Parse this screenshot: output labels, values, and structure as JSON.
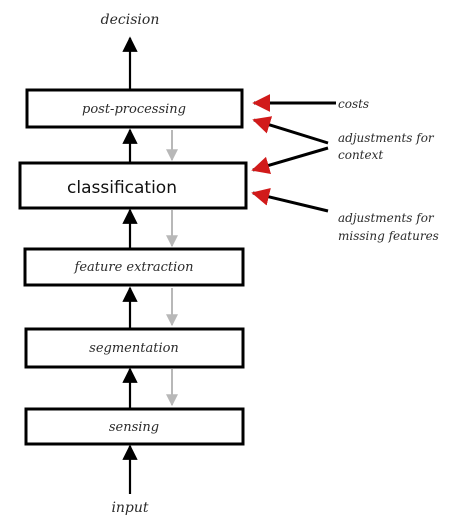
{
  "diagram": {
    "output_label": "decision",
    "input_label": "input",
    "stages": [
      {
        "label": "post-processing"
      },
      {
        "label": "classification"
      },
      {
        "label": "feature extraction"
      },
      {
        "label": "segmentation"
      },
      {
        "label": "sensing"
      }
    ],
    "annotations": {
      "costs": "costs",
      "context_line1": "adjustments for",
      "context_line2": "context",
      "missing_line1": "adjustments for",
      "missing_line2": "missing features"
    }
  },
  "colors": {
    "box_border": "#000000",
    "flow_arrow": "#000000",
    "feedback_arrow": "#b8b8b8",
    "annotation_arrowhead": "#d11a1a"
  }
}
